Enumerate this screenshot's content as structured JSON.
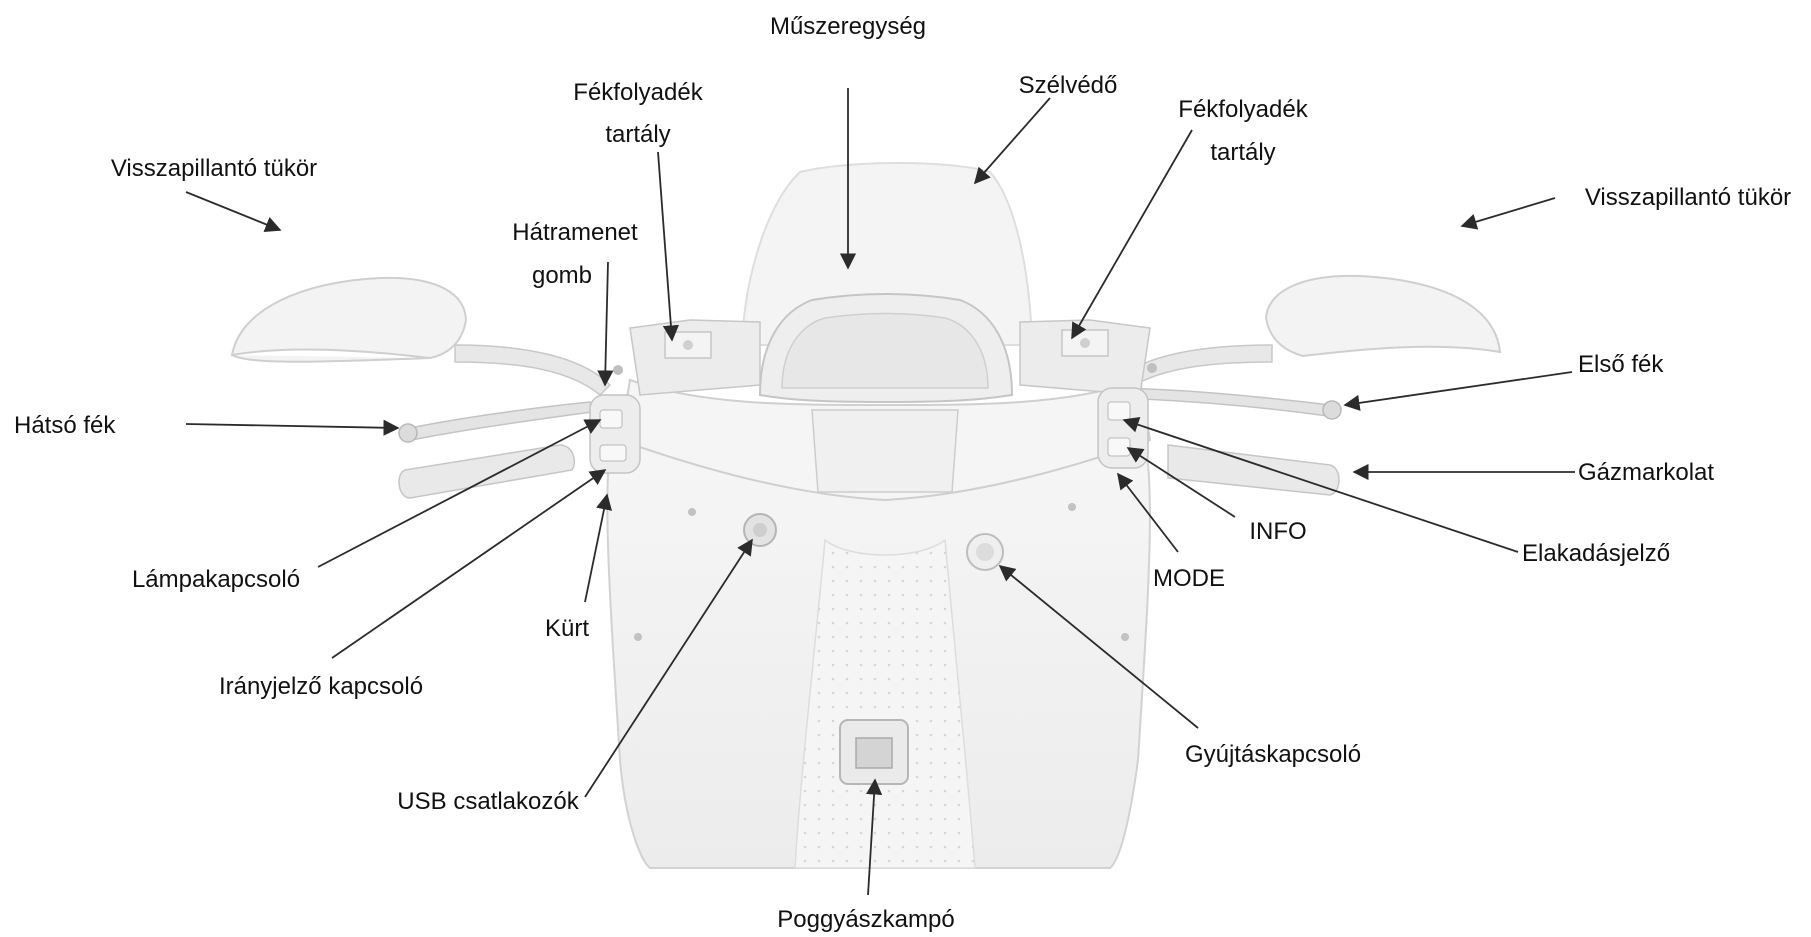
{
  "diagram": {
    "colors": {
      "line": "#2b2b2b",
      "text": "#111111",
      "body": "#f3f3f3",
      "outline": "#c9c9c9"
    },
    "labels": {
      "muszeregyseg": "Műszeregység",
      "szelvedo": "Szélvédő",
      "fekfolyadek_bal_1": "Fékfolyadék",
      "fekfolyadek_bal_2": "tartály",
      "fekfolyadek_jobb_1": "Fékfolyadék",
      "fekfolyadek_jobb_2": "tartály",
      "tukor_bal": "Visszapillantó tükör",
      "tukor_jobb": "Visszapillantó tükör",
      "hatramenet_1": "Hátramenet",
      "hatramenet_2": "gomb",
      "hatso_fek": "Hátsó fék",
      "elso_fek": "Első fék",
      "gazmarkolat": "Gázmarkolat",
      "info": "INFO",
      "mode": "MODE",
      "elakadasjelzo": "Elakadásjelző",
      "lampakapcsolo": "Lámpakapcsoló",
      "kurt": "Kürt",
      "iranyjelzo": "Irányjelző kapcsoló",
      "usb": "USB csatlakozók",
      "gyujtaskapcsolo": "Gyújtáskapcsoló",
      "poggyaszkampo": "Poggyászkampó"
    }
  }
}
